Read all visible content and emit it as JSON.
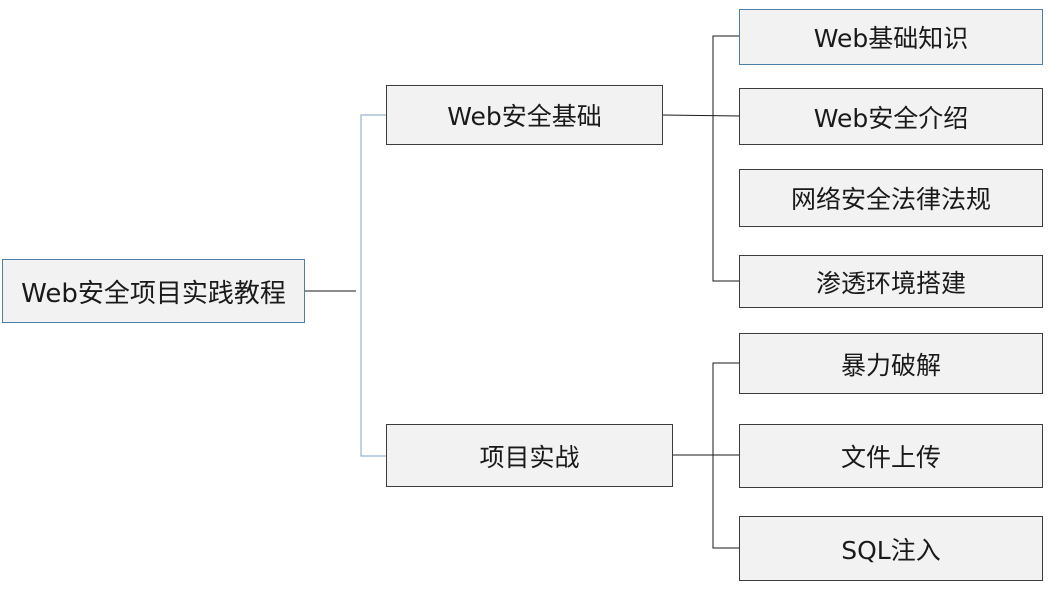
{
  "mindmap": {
    "root": "Web安全项目实践教程",
    "branch_basics": "Web安全基础",
    "branch_practice": "项目实战",
    "basics_children": [
      "Web基础知识",
      "Web安全介绍",
      "网络安全法律法规",
      "渗透环境搭建"
    ],
    "practice_children": [
      "暴力破解",
      "文件上传",
      "SQL注入"
    ]
  },
  "colors": {
    "node_fill": "#f2f2f2",
    "node_border": "#3c3c3c",
    "highlight_border": "#4f7fa8",
    "connector": "#1a1a1a",
    "root_connector": "#7ea6c9"
  }
}
